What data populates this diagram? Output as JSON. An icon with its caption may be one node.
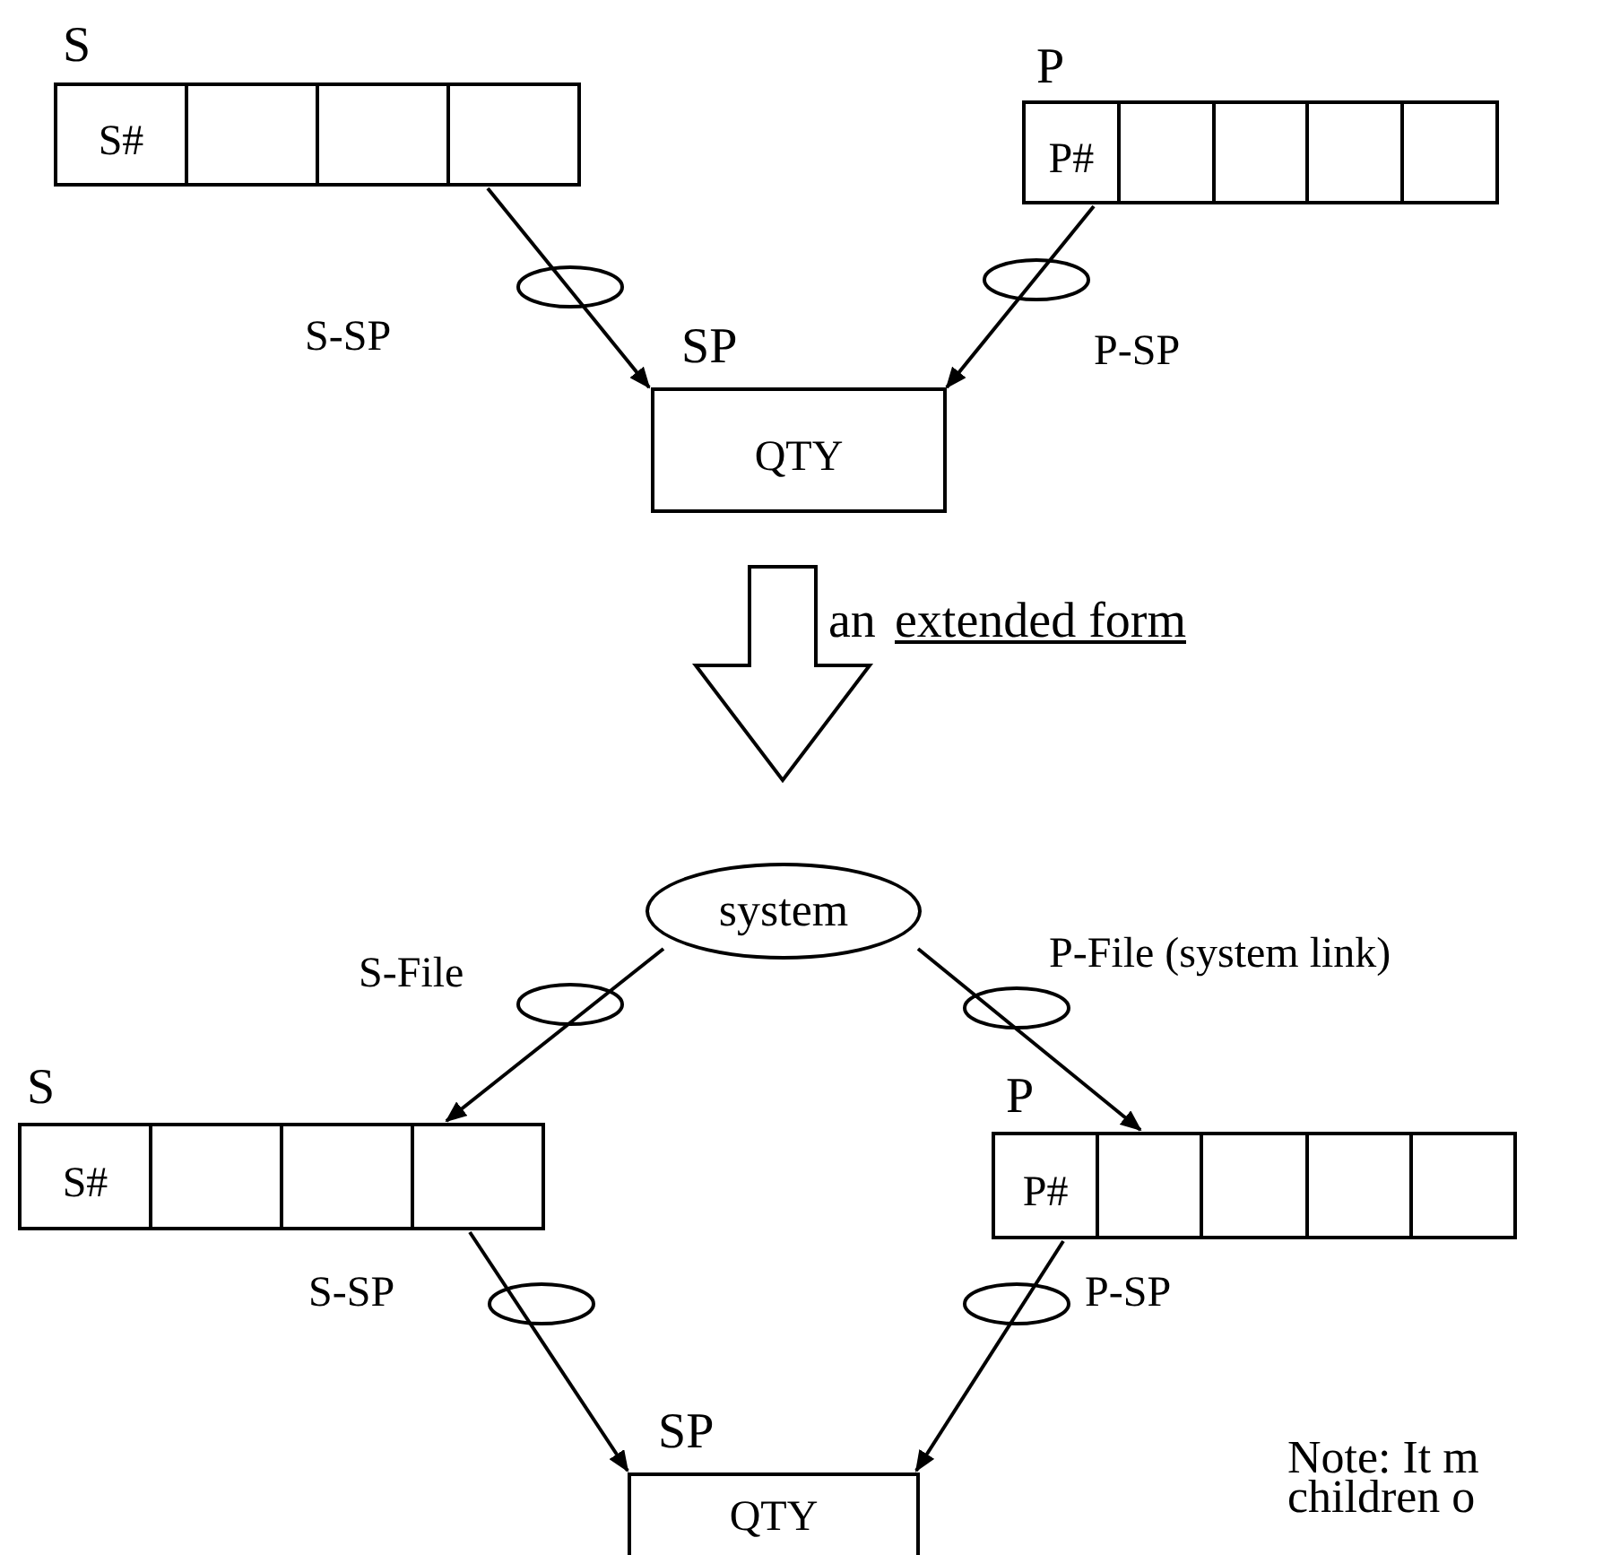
{
  "diagram": {
    "nodes": [
      {
        "text": [
          "S",
          "S#"
        ]
      },
      {
        "text": [
          "P",
          "P#"
        ]
      },
      {
        "text": [
          "SP",
          "QTY"
        ]
      },
      {
        "text": [
          "system"
        ]
      },
      {
        "text": [
          "S",
          "S#"
        ]
      },
      {
        "text": [
          "P",
          "P#"
        ]
      },
      {
        "text": [
          "SP",
          "QTY"
        ]
      }
    ],
    "edges": [
      {
        "from": 0,
        "to": 2,
        "arrow": "to",
        "label": "S-SP"
      },
      {
        "from": 1,
        "to": 2,
        "arrow": "to",
        "label": "P-SP"
      },
      {
        "from": 3,
        "to": 4,
        "arrow": "to",
        "label": "S-File"
      },
      {
        "from": 3,
        "to": 5,
        "arrow": "to",
        "label": "P-File (system link)"
      },
      {
        "from": 4,
        "to": 6,
        "arrow": "to",
        "label": "S-SP"
      },
      {
        "from": 5,
        "to": 6,
        "arrow": "to",
        "label": "P-SP"
      }
    ],
    "labels": [
      "an",
      "extended form",
      "Note: It m",
      "children o"
    ]
  }
}
